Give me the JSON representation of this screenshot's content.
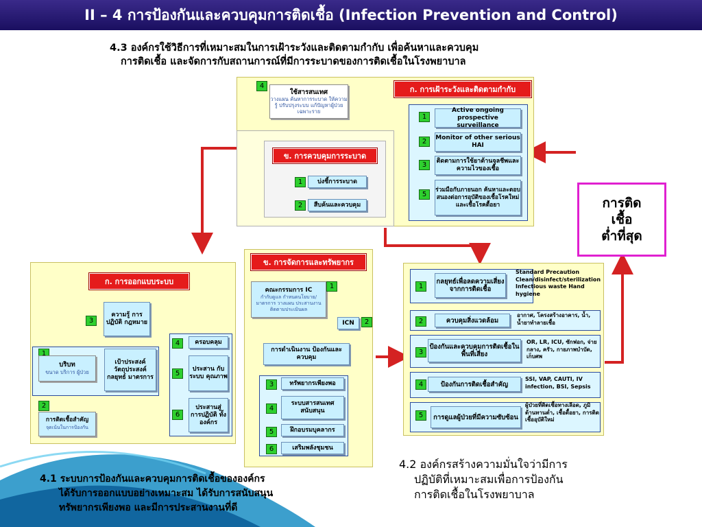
{
  "title": "II – 4 การป้องกันและควบคุมการติดเชื้อ (Infection Prevention and Control)",
  "heading_4_3": {
    "num": "4.3",
    "line1": "องค์กรใช้วิธีการที่เหมาะสมในการเฝ้าระวังและติดตามกำกับ เพื่อค้นหาและควบคุม",
    "line2": "การติดเชื้อ และจัดการกับสถานการณ์ที่มีการระบาดของการติดเชื้อในโรงพยาบาล"
  },
  "surveillance": {
    "header": "ก. การเฝ้าระวังและติดตามกำกับ",
    "info": {
      "num": "4",
      "title": "ใช้สารสนเทศ",
      "desc": "วางแผน ค้นหาการระบาด ให้ความรู้ ปรับปรุงระบบ แก้ปัญหาผู้ป่วยเฉพาะราย"
    },
    "items": [
      {
        "num": "1",
        "label": "Active ongoing prospective surveillance"
      },
      {
        "num": "2",
        "label": "Monitor of other serious HAI"
      },
      {
        "num": "3",
        "label": "ติดตามการใช้ยาต้านจุลชีพและความไวของเชื้อ"
      },
      {
        "num": "5",
        "label": "ร่วมมือกับภายนอก ค้นหาและตอบสนองต่อการอุบัติของเชื้อโรคใหม่และเชื้อโรคดื้อยา"
      }
    ]
  },
  "outbreak": {
    "header": "ข. การควบคุมการระบาด",
    "items": [
      {
        "num": "1",
        "label": "บ่งชี้การระบาด"
      },
      {
        "num": "2",
        "label": "สืบค้นและควบคุม"
      }
    ]
  },
  "goal": {
    "line1": "การติด",
    "line2": "เชื้อ",
    "line3": "ต่ำที่สุด"
  },
  "design": {
    "header": "ก. การออกแบบระบบ",
    "knowledge": {
      "num": "3",
      "label": "ความรู้ การปฏิบัติ กฎหมาย"
    },
    "context": {
      "num": "1",
      "label": "บริบท",
      "desc": "ขนาด บริการ ผู้ป่วย"
    },
    "key_infection": {
      "num": "2",
      "label": "การติดเชื้อสำคัญ",
      "desc": "จุดเน้นในการป้องกัน"
    },
    "objectives": {
      "label": "เป้าประสงค์ วัตถุประสงค์ กลยุทธ์ มาตรการ"
    },
    "scope": [
      {
        "num": "4",
        "label": "ครอบคลุม"
      },
      {
        "num": "5",
        "label": "ประสาน กับระบบ คุณภาพ"
      },
      {
        "num": "6",
        "label": "ประสานสู่ การปฏิบัติ ทั้งองค์กร"
      }
    ]
  },
  "resources": {
    "header": "ข. การจัดการและทรัพยากร",
    "committee": {
      "num": "1",
      "title": "คณะกรรมการ IC",
      "desc": "กำกับดูแล กำหนดนโยบาย/มาตรการ วางแผน ประสานงาน ติดตามประเมินผล"
    },
    "icn": {
      "num": "2",
      "label": "ICN"
    },
    "operation": {
      "label": "การดำเนินงาน ป้องกันและควบคุม"
    },
    "items": [
      {
        "num": "3",
        "label": "ทรัพยากรเพียงพอ"
      },
      {
        "num": "4",
        "label": "ระบบสารสนเทศ สนับสนุน"
      },
      {
        "num": "5",
        "label": "ฝึกอบรมบุคลากร"
      },
      {
        "num": "6",
        "label": "เสริมพลังชุมชน"
      }
    ]
  },
  "prevention": {
    "items": [
      {
        "num": "1",
        "label": "กลยุทธ์เพื่อลดความเสี่ยงจากการติดเชื้อ",
        "note": "Standard Precaution Clean/disinfect/sterilization Infectious waste Hand hygiene"
      },
      {
        "num": "2",
        "label": "ควบคุมสิ่งแวดล้อม",
        "note": "อากาศ, โครงสร้างอาคาร, น้ำ, น้ำยาทำลายเชื้อ"
      },
      {
        "num": "3",
        "label": "ป้องกันและควบคุมการติดเชื้อในพื้นที่เสี่ยง",
        "note": "OR, LR, ICU, ซักฟอก, จ่ายกลาง, ครัว, กายภาพบำบัด, เก็บศพ"
      },
      {
        "num": "4",
        "label": "ป้องกันการติดเชื้อสำคัญ",
        "note": "SSI, VAP, CAUTI, IV infection, BSI, Sepsis"
      },
      {
        "num": "5",
        "label": "การดูแลผู้ป่วยที่มีความซับซ้อน",
        "note": "ผู้ป่วยที่ติดเชื้อทางเลือด, ภูมิต้านทานต่ำ, เชื้อดื้อยา, การติดเชื้ออุบัติใหม่"
      }
    ]
  },
  "heading_4_2": {
    "num": "4.2",
    "line1": "องค์กรสร้างความมั่นใจว่ามีการ",
    "line2": "ปฏิบัติที่เหมาะสมเพื่อการป้องกัน",
    "line3": "การติดเชื้อในโรงพยาบาล"
  },
  "heading_4_1": {
    "num": "4.1",
    "line1": "ระบบการป้องกันและควบคุมการติดเชื้อขององค์กร",
    "line2": "ได้รับการออกแบบอย่างเหมาะสม ได้รับการสนับสนุน",
    "line3": "ทรัพยากรเพียงพอ และมีการประสานงานที่ดี"
  },
  "colors": {
    "title_bg": "#1a0f60",
    "red": "#e51b1b",
    "magenta": "#e020d0",
    "green": "#2ed02e",
    "card": "#c9f0ff",
    "cream": "#ffffc8"
  }
}
